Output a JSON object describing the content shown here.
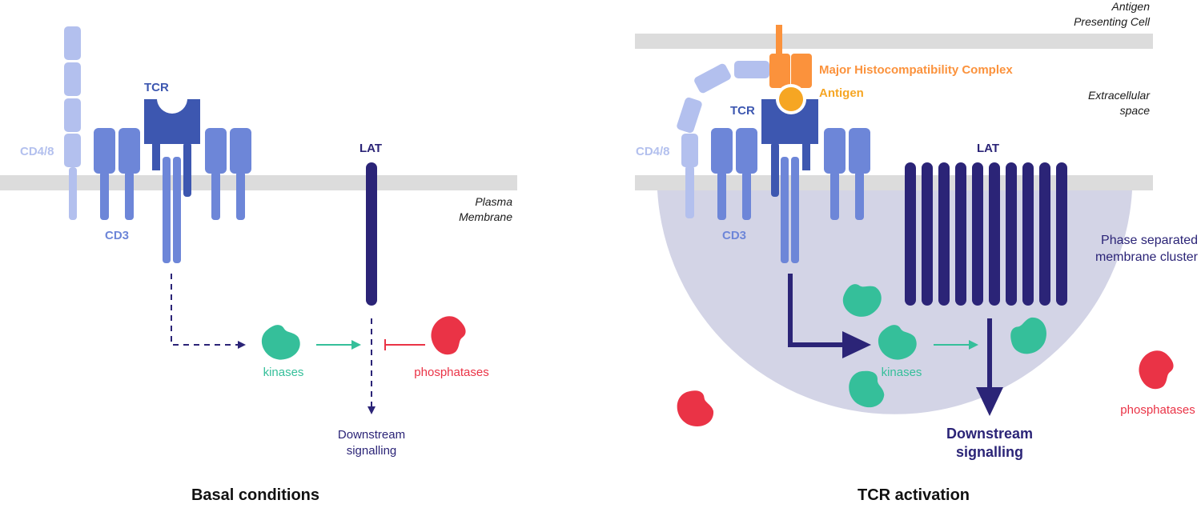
{
  "colors": {
    "membrane": "#dcdcdc",
    "cd48": "#b3c0ee",
    "cd3": "#6d86d8",
    "tcr": "#3d57b0",
    "lat": "#2b2477",
    "kinase": "#35bf9a",
    "phosphatase": "#ea3346",
    "mhc": "#fb923c",
    "antigen": "#f6a623",
    "cluster": "#d3d4e6",
    "text_dark": "#1a1a1a"
  },
  "icons": {
    "kinase": "kinase-bean-icon",
    "phosphatase": "phosphatase-bean-icon"
  },
  "left_panel": {
    "title": "Basal conditions",
    "membrane_label_1": "Plasma",
    "membrane_label_2": "Membrane",
    "cd48": "CD4/8",
    "tcr": "TCR",
    "cd3": "CD3",
    "lat": "LAT",
    "kinases": "kinases",
    "phosphatases": "phosphatases",
    "downstream_1": "Downstream",
    "downstream_2": "signalling"
  },
  "right_panel": {
    "title": "TCR activation",
    "apc_1": "Antigen",
    "apc_2": "Presenting Cell",
    "extracellular_1": "Extracellular",
    "extracellular_2": "space",
    "mhc": "Major Histocompatibility Complex",
    "antigen": "Antigen",
    "cd48": "CD4/8",
    "tcr": "TCR",
    "cd3": "CD3",
    "lat": "LAT",
    "cluster_1": "Phase separated",
    "cluster_2": "membrane cluster",
    "kinases": "kinases",
    "phosphatases": "phosphatases",
    "downstream_1": "Downstream",
    "downstream_2": "signalling"
  }
}
